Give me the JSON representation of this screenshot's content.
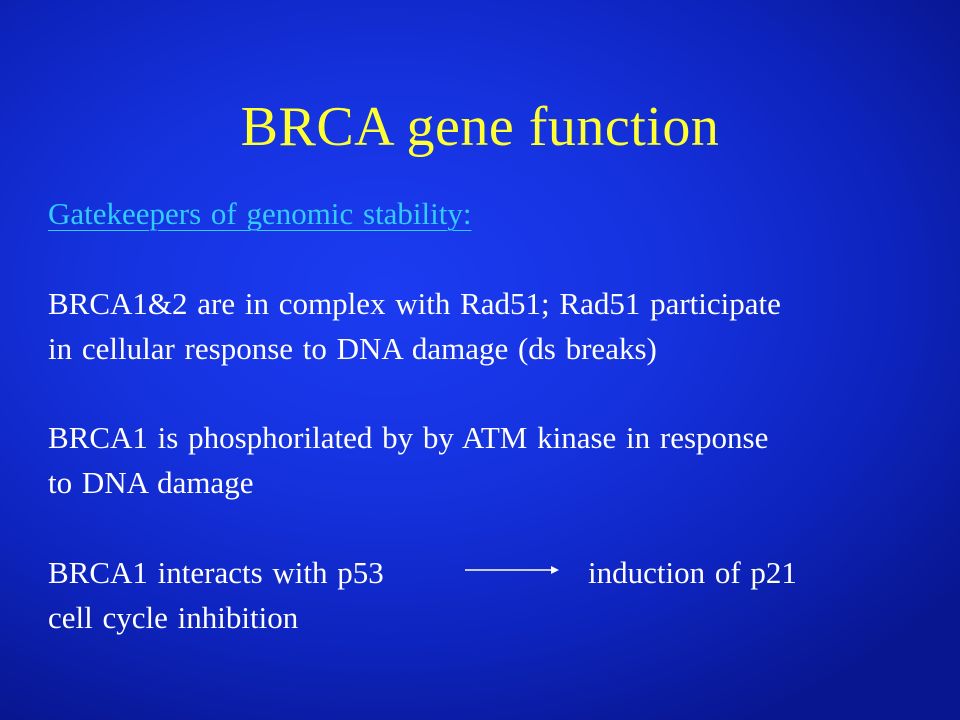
{
  "slide": {
    "title": "BRCA gene function",
    "subtitle": "Gatekeepers of genomic stability:",
    "paragraph_1": {
      "line_1": "BRCA1&2 are in complex with Rad51; Rad51 participate",
      "line_2": "in cellular response to DNA damage (ds breaks)"
    },
    "paragraph_2": {
      "line_1": "BRCA1 is phosphorilated by by ATM kinase in response",
      "line_2": "to DNA damage"
    },
    "paragraph_3": {
      "line_1_left": "BRCA1 interacts with p53",
      "line_1_right": "induction of p21",
      "line_2": "cell cycle inhibition"
    },
    "colors": {
      "background": "#1532de",
      "title": "#ffff33",
      "subtitle": "#33ccff",
      "body_text": "#ffffff"
    },
    "icons": {
      "arrow": "right-arrow-icon"
    }
  }
}
